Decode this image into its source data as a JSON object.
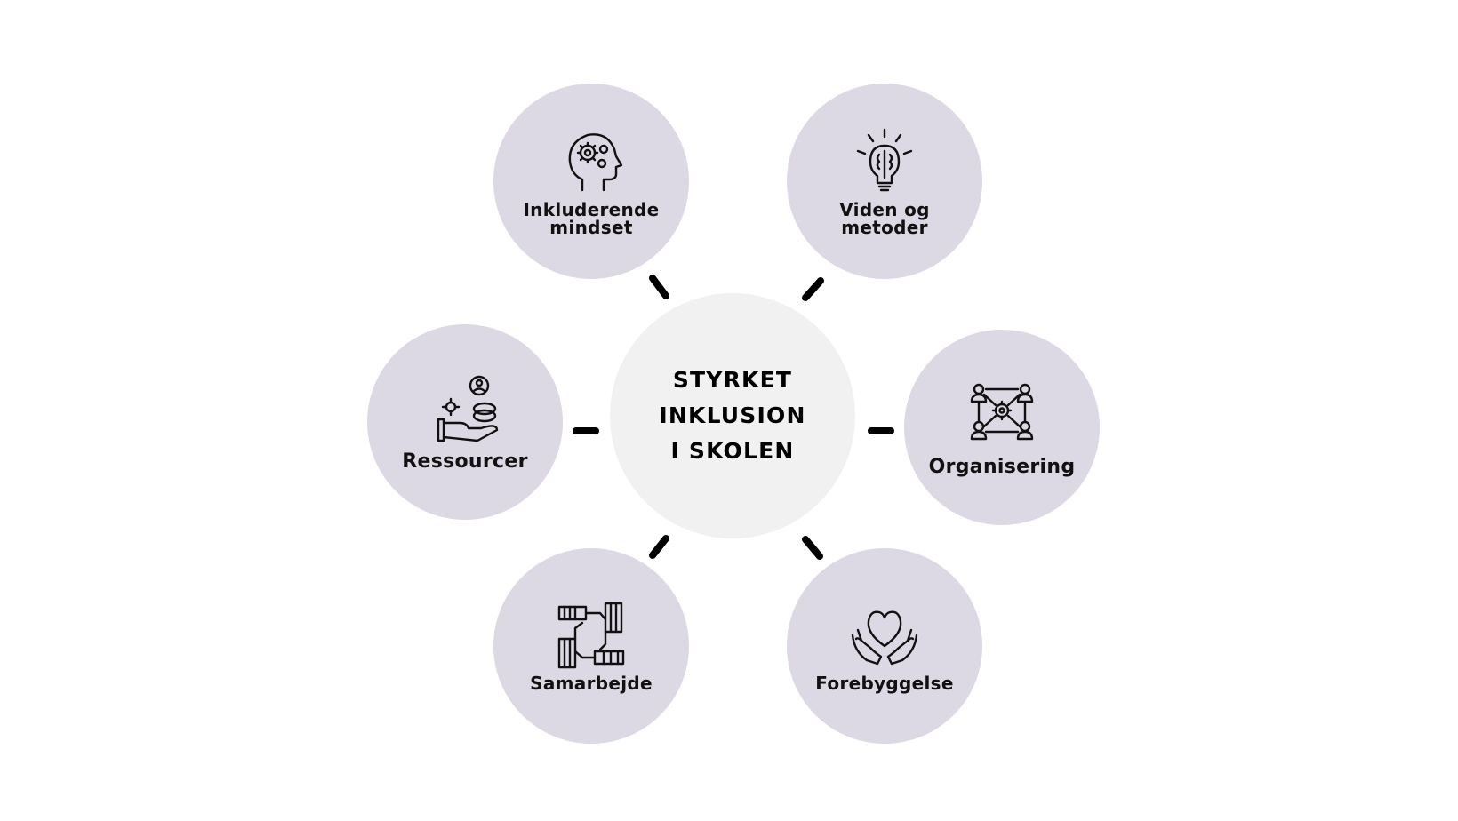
{
  "center": {
    "title": "STYRKET\nINKLUSION\nI SKOLEN"
  },
  "nodes": [
    {
      "id": "inkluderende-mindset",
      "label": "Inkluderende\nmindset",
      "icon": "head-gears-icon"
    },
    {
      "id": "viden-og-metoder",
      "label": "Viden og\nmetoder",
      "icon": "lightbulb-brain-icon"
    },
    {
      "id": "ressourcer",
      "label": "Ressourcer",
      "icon": "hand-coin-icon"
    },
    {
      "id": "organisering",
      "label": "Organisering",
      "icon": "network-gear-icon"
    },
    {
      "id": "samarbejde",
      "label": "Samarbejde",
      "icon": "linked-hands-icon"
    },
    {
      "id": "forebyggelse",
      "label": "Forebyggelse",
      "icon": "hands-heart-icon"
    }
  ],
  "colors": {
    "node_fill": "#dcd8e4",
    "center_fill": "#f1f1f1",
    "connector": "#000000",
    "text": "#111111"
  }
}
